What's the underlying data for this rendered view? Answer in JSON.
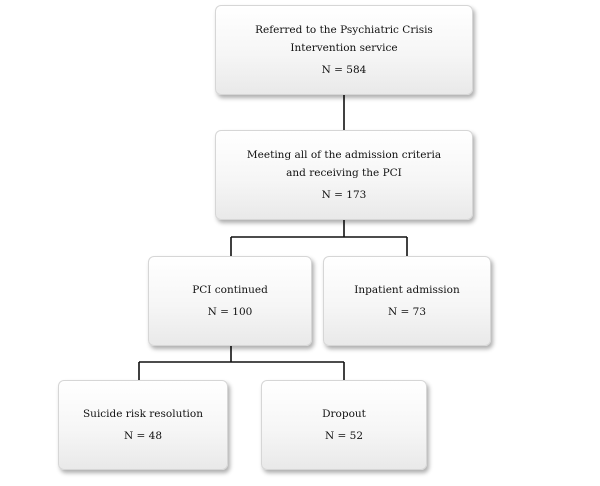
{
  "flowchart": {
    "referred": {
      "line1": "Referred to the Psychiatric Crisis",
      "line2": "Intervention service",
      "count": "N = 584"
    },
    "meeting": {
      "line1": "Meeting all of the admission criteria",
      "line2": "and receiving the PCI",
      "count": "N = 173"
    },
    "pci_continued": {
      "label": "PCI continued",
      "count": "N = 100"
    },
    "inpatient": {
      "label": "Inpatient admission",
      "count": "N = 73"
    },
    "suicide_resolution": {
      "label": "Suicide risk resolution",
      "count": "N = 48"
    },
    "dropout": {
      "label": "Dropout",
      "count": "N = 52"
    }
  },
  "colors": {
    "connector": "#111111"
  }
}
